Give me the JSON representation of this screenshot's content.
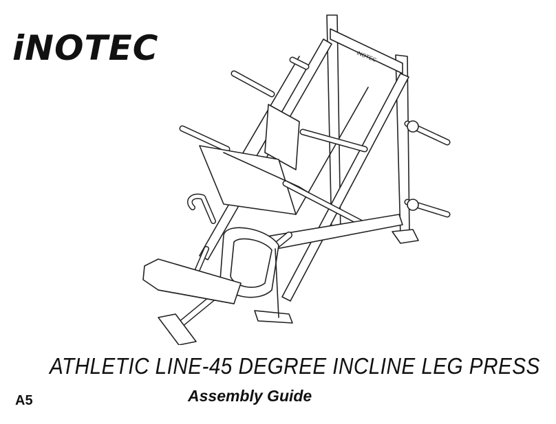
{
  "brand": {
    "logo_text": "iNOTEC",
    "accent_color": "#f28a1c",
    "frame_label": "iNOTEC"
  },
  "document": {
    "title": "ATHLETIC LINE-45 DEGREE INCLINE LEG PRESS",
    "subtitle": "Assembly Guide",
    "code": "A5"
  }
}
